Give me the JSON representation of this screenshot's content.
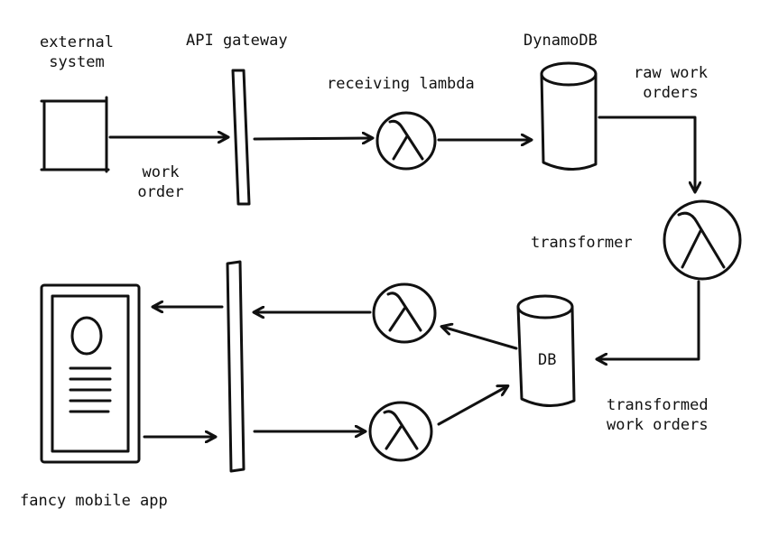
{
  "labels": {
    "external_system_line1": "external",
    "external_system_line2": "system",
    "api_gateway": "API gateway",
    "receiving_lambda": "receiving lambda",
    "dynamodb": "DynamoDB",
    "raw_work_orders_line1": "raw work",
    "raw_work_orders_line2": "orders",
    "work_order_line1": "work",
    "work_order_line2": "order",
    "transformer": "transformer",
    "db": "DB",
    "transformed_line1": "transformed",
    "transformed_line2": "work orders",
    "mobile_app": "fancy mobile app"
  },
  "colors": {
    "ink": "#111111",
    "background": "#ffffff"
  }
}
